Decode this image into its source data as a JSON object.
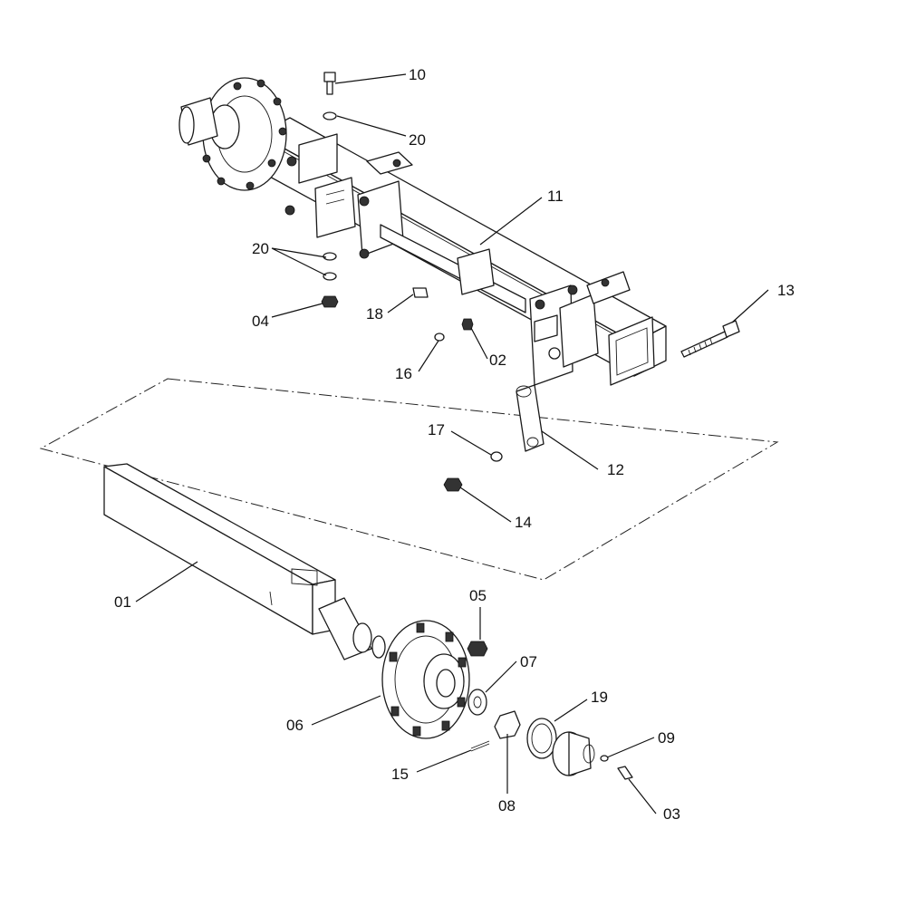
{
  "callouts": [
    {
      "id": "10",
      "text": "10"
    },
    {
      "id": "20a",
      "text": "20"
    },
    {
      "id": "11",
      "text": "11"
    },
    {
      "id": "20b",
      "text": "20"
    },
    {
      "id": "04",
      "text": "04"
    },
    {
      "id": "18",
      "text": "18"
    },
    {
      "id": "13",
      "text": "13"
    },
    {
      "id": "16",
      "text": "16"
    },
    {
      "id": "02",
      "text": "02"
    },
    {
      "id": "17",
      "text": "17"
    },
    {
      "id": "12",
      "text": "12"
    },
    {
      "id": "14",
      "text": "14"
    },
    {
      "id": "01",
      "text": "01"
    },
    {
      "id": "05",
      "text": "05"
    },
    {
      "id": "07",
      "text": "07"
    },
    {
      "id": "19",
      "text": "19"
    },
    {
      "id": "06",
      "text": "06"
    },
    {
      "id": "09",
      "text": "09"
    },
    {
      "id": "15",
      "text": "15"
    },
    {
      "id": "08",
      "text": "08"
    },
    {
      "id": "03",
      "text": "03"
    }
  ]
}
